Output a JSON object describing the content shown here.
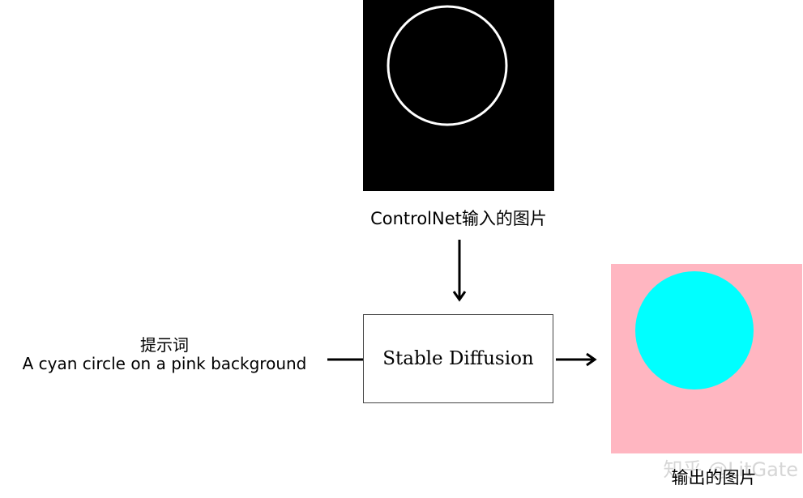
{
  "input": {
    "label": "ControlNet输入的图片",
    "background_color": "#000000",
    "circle_color": "#ffffff"
  },
  "prompt": {
    "title": "提示词",
    "text": "A cyan circle on a pink background"
  },
  "model": {
    "label": "Stable Diffusion"
  },
  "output": {
    "label": "输出的图片",
    "background_color": "#ffb6c1",
    "circle_color": "#00ffff"
  },
  "watermark": {
    "text": "知乎 @LitGate"
  },
  "icons": [
    "arrow-down-icon",
    "arrow-right-icon"
  ]
}
